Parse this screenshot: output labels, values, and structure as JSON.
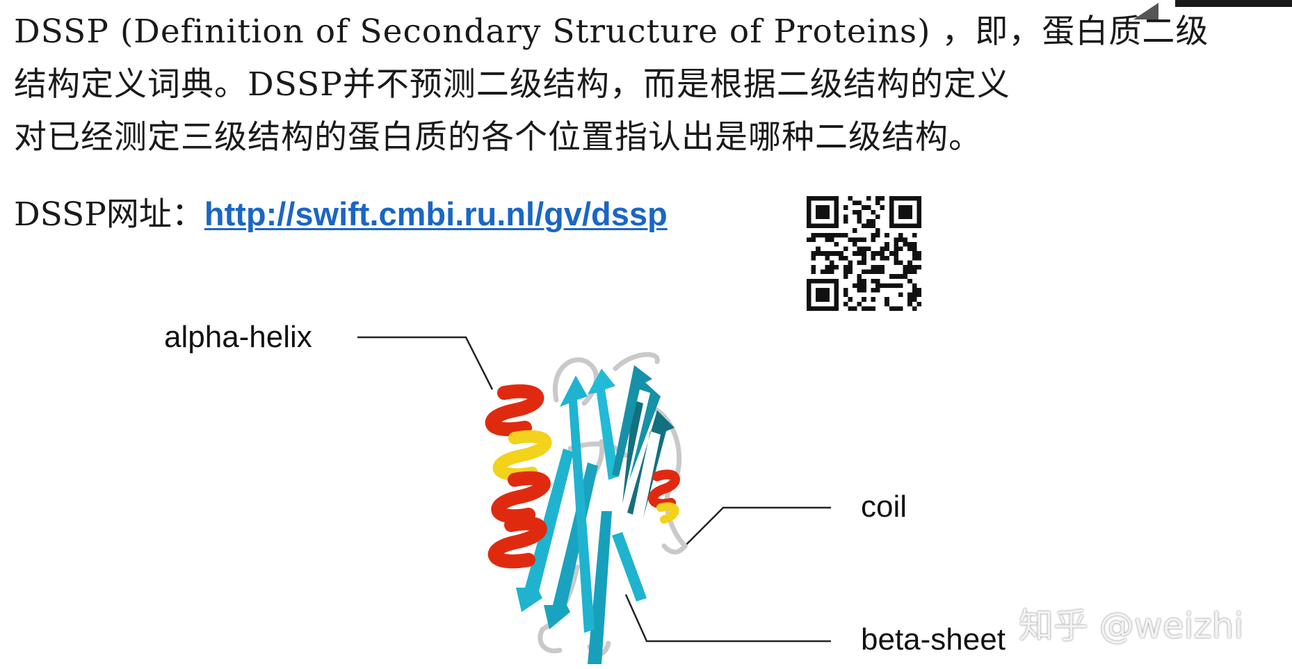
{
  "paragraph": {
    "line1": "DSSP (Definition of Secondary Structure of Proteins) ，即，蛋白质二级",
    "line2": "结构定义词典。DSSP并不预测二级结构，而是根据二级结构的定义",
    "line3": "对已经测定三级结构的蛋白质的各个位置指认出是哪种二级结构。"
  },
  "url": {
    "label": "DSSP网址：",
    "link_text": "http://swift.cmbi.ru.nl/gv/dssp"
  },
  "figure": {
    "label_helix": "alpha-helix",
    "label_coil": "coil",
    "label_sheet": "beta-sheet"
  },
  "watermark": "知乎 @weizhi",
  "colors": {
    "helix_red": "#e02a10",
    "helix_yellow": "#f2d21a",
    "sheet_cyan": "#1fb3cf",
    "sheet_dark": "#13707f",
    "coil_grey": "#c9c9c9",
    "link_blue": "#1a66c6"
  },
  "icons": [
    "qr-code-icon",
    "protein-ribbon-icon"
  ]
}
